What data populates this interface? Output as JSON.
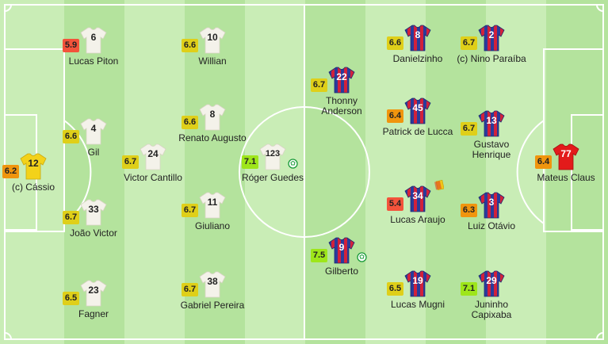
{
  "colors": {
    "pitch_light": "#c9edb6",
    "pitch_dark": "#b4e39d",
    "lines": "#ffffff",
    "home_shirt": "#f4f2ea",
    "home_keeper": "#f3d21a",
    "away_stripe_red": "#d2213a",
    "away_stripe_blue": "#2a3b9b",
    "away_keeper": "#e31b1b",
    "rating_red": "#f3533b",
    "rating_orange": "#f0950e",
    "rating_yellow": "#dfcf19",
    "rating_green": "#9ee61a"
  },
  "home": {
    "players": [
      {
        "number": "12",
        "name": "(c) Cássio",
        "rating": "6.2",
        "rating_color": "orange",
        "kit": "keeper"
      },
      {
        "number": "6",
        "name": "Lucas Piton",
        "rating": "5.9",
        "rating_color": "red",
        "kit": "outfield"
      },
      {
        "number": "4",
        "name": "Gil",
        "rating": "6.6",
        "rating_color": "yellow",
        "kit": "outfield"
      },
      {
        "number": "33",
        "name": "João Victor",
        "rating": "6.7",
        "rating_color": "yellow",
        "kit": "outfield"
      },
      {
        "number": "23",
        "name": "Fagner",
        "rating": "6.5",
        "rating_color": "yellow",
        "kit": "outfield"
      },
      {
        "number": "24",
        "name": "Victor Cantillo",
        "rating": "6.7",
        "rating_color": "yellow",
        "kit": "outfield"
      },
      {
        "number": "10",
        "name": "Willian",
        "rating": "6.6",
        "rating_color": "yellow",
        "kit": "outfield"
      },
      {
        "number": "8",
        "name": "Renato Augusto",
        "rating": "6.6",
        "rating_color": "yellow",
        "kit": "outfield"
      },
      {
        "number": "11",
        "name": "Giuliano",
        "rating": "6.7",
        "rating_color": "yellow",
        "kit": "outfield"
      },
      {
        "number": "38",
        "name": "Gabriel Pereira",
        "rating": "6.7",
        "rating_color": "yellow",
        "kit": "outfield"
      },
      {
        "number": "123",
        "name": "Róger Guedes",
        "rating": "7.1",
        "rating_color": "green",
        "kit": "outfield",
        "badge": "goal-ball"
      }
    ]
  },
  "away": {
    "players": [
      {
        "number": "77",
        "name": "Mateus Claus",
        "rating": "6.4",
        "rating_color": "orange",
        "kit": "keeper"
      },
      {
        "number": "2",
        "name": "(c) Nino Paraíba",
        "rating": "6.7",
        "rating_color": "yellow",
        "kit": "outfield"
      },
      {
        "number": "13",
        "name": "Gustavo Henrique",
        "rating": "6.7",
        "rating_color": "yellow",
        "kit": "outfield"
      },
      {
        "number": "3",
        "name": "Luiz Otávio",
        "rating": "6.3",
        "rating_color": "orange",
        "kit": "outfield"
      },
      {
        "number": "29",
        "name": "Juninho Capixaba",
        "rating": "7.1",
        "rating_color": "green",
        "kit": "outfield"
      },
      {
        "number": "8",
        "name": "Danielzinho",
        "rating": "6.6",
        "rating_color": "yellow",
        "kit": "outfield"
      },
      {
        "number": "45",
        "name": "Patrick de Lucca",
        "rating": "6.4",
        "rating_color": "orange",
        "kit": "outfield"
      },
      {
        "number": "34",
        "name": "Lucas Araujo",
        "rating": "5.4",
        "rating_color": "red",
        "kit": "outfield",
        "badge": "yellow-card"
      },
      {
        "number": "19",
        "name": "Lucas Mugni",
        "rating": "6.5",
        "rating_color": "yellow",
        "kit": "outfield"
      },
      {
        "number": "22",
        "name": "Thonny Anderson",
        "rating": "6.7",
        "rating_color": "yellow",
        "kit": "outfield"
      },
      {
        "number": "9",
        "name": "Gilberto",
        "rating": "7.5",
        "rating_color": "green",
        "kit": "outfield",
        "badge": "goal-ball"
      }
    ]
  }
}
